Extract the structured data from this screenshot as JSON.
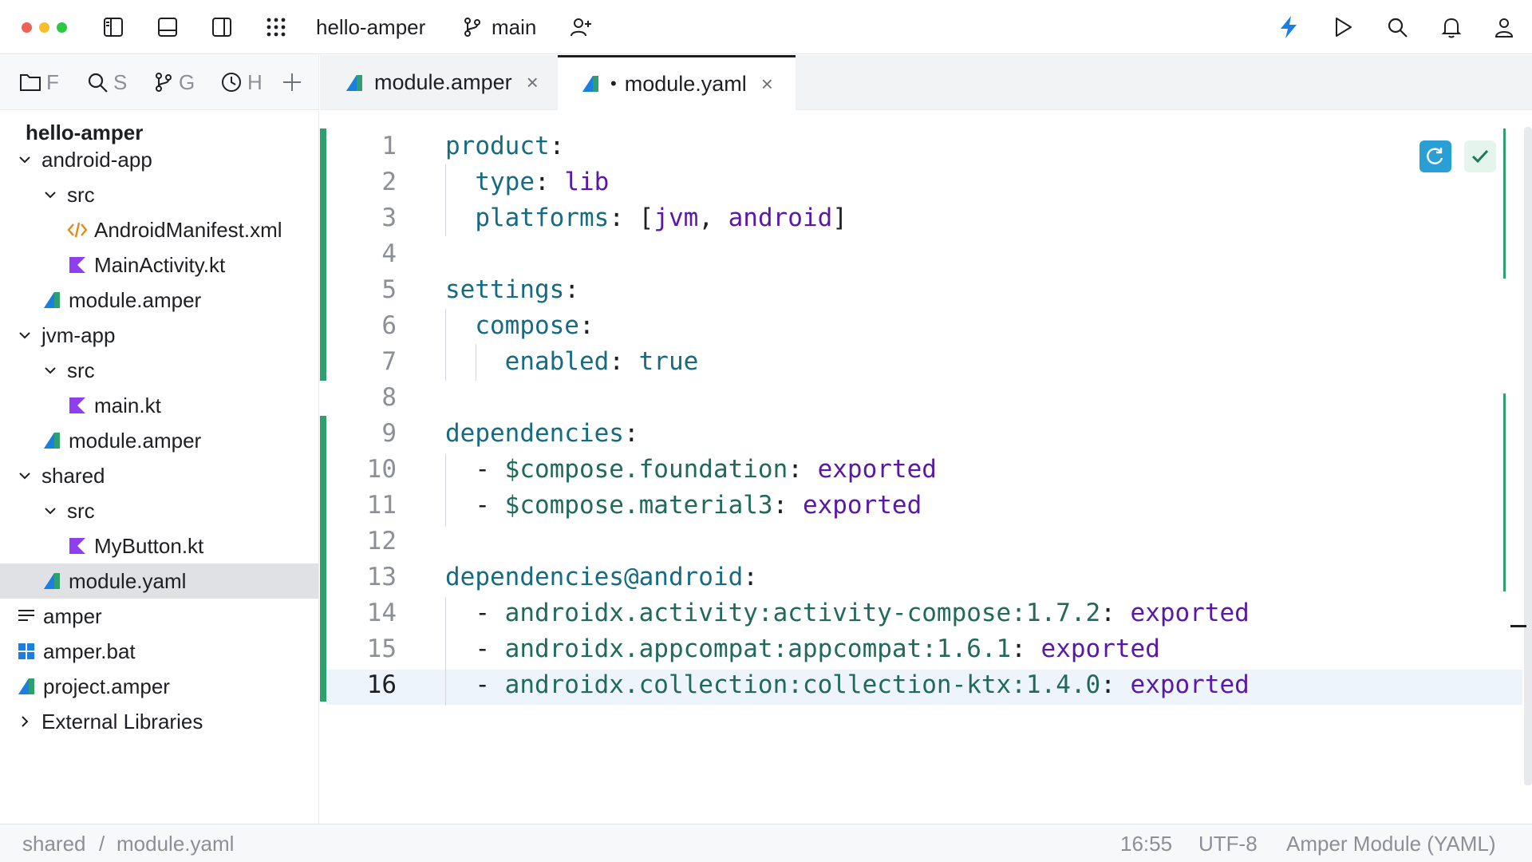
{
  "titlebar": {
    "project_name": "hello-amper",
    "branch_name": "main"
  },
  "left_tabs": {
    "files": "F",
    "search": "S",
    "git": "G",
    "history": "H"
  },
  "editor_tabs": [
    {
      "label": "module.amper",
      "close": "×",
      "active": false,
      "modified": false
    },
    {
      "label": "module.yaml",
      "close": "×",
      "active": true,
      "modified": true,
      "modified_marker": "•"
    }
  ],
  "tree": {
    "root": "hello-amper",
    "items": [
      {
        "label": "android-app",
        "kind": "folder",
        "expanded": true
      },
      {
        "label": "src",
        "kind": "folder",
        "expanded": true
      },
      {
        "label": "AndroidManifest.xml",
        "kind": "xml"
      },
      {
        "label": "MainActivity.kt",
        "kind": "kotlin"
      },
      {
        "label": "module.amper",
        "kind": "amper"
      },
      {
        "label": "jvm-app",
        "kind": "folder",
        "expanded": true
      },
      {
        "label": "src",
        "kind": "folder",
        "expanded": true
      },
      {
        "label": "main.kt",
        "kind": "kotlin"
      },
      {
        "label": "module.amper",
        "kind": "amper"
      },
      {
        "label": "shared",
        "kind": "folder",
        "expanded": true
      },
      {
        "label": "src",
        "kind": "folder",
        "expanded": true
      },
      {
        "label": "MyButton.kt",
        "kind": "kotlin"
      },
      {
        "label": "module.yaml",
        "kind": "amper",
        "selected": true
      },
      {
        "label": "amper",
        "kind": "text"
      },
      {
        "label": "amper.bat",
        "kind": "windows"
      },
      {
        "label": "project.amper",
        "kind": "amper"
      },
      {
        "label": "External Libraries",
        "kind": "libraries",
        "expanded": false
      }
    ]
  },
  "editor": {
    "current_line": 16,
    "lines": [
      {
        "num": "1",
        "tokens": [
          {
            "t": "product",
            "c": "k"
          },
          {
            "t": ":",
            "c": "p"
          }
        ]
      },
      {
        "num": "2",
        "tokens": [
          {
            "t": "  type",
            "c": "k"
          },
          {
            "t": ": ",
            "c": "p"
          },
          {
            "t": "lib",
            "c": "v"
          }
        ]
      },
      {
        "num": "3",
        "tokens": [
          {
            "t": "  platforms",
            "c": "k"
          },
          {
            "t": ": [",
            "c": "p"
          },
          {
            "t": "jvm",
            "c": "v"
          },
          {
            "t": ", ",
            "c": "p"
          },
          {
            "t": "android",
            "c": "v"
          },
          {
            "t": "]",
            "c": "p"
          }
        ]
      },
      {
        "num": "4",
        "tokens": []
      },
      {
        "num": "5",
        "tokens": [
          {
            "t": "settings",
            "c": "k"
          },
          {
            "t": ":",
            "c": "p"
          }
        ]
      },
      {
        "num": "6",
        "tokens": [
          {
            "t": "  compose",
            "c": "k"
          },
          {
            "t": ":",
            "c": "p"
          }
        ]
      },
      {
        "num": "7",
        "tokens": [
          {
            "t": "    enabled",
            "c": "k"
          },
          {
            "t": ": ",
            "c": "p"
          },
          {
            "t": "true",
            "c": "k"
          }
        ]
      },
      {
        "num": "8",
        "tokens": []
      },
      {
        "num": "9",
        "tokens": [
          {
            "t": "dependencies",
            "c": "k"
          },
          {
            "t": ":",
            "c": "p"
          }
        ]
      },
      {
        "num": "10",
        "tokens": [
          {
            "t": "  - ",
            "c": "p"
          },
          {
            "t": "$compose.foundation",
            "c": "x"
          },
          {
            "t": ": ",
            "c": "p"
          },
          {
            "t": "exported",
            "c": "v"
          }
        ]
      },
      {
        "num": "11",
        "tokens": [
          {
            "t": "  - ",
            "c": "p"
          },
          {
            "t": "$compose.material3",
            "c": "x"
          },
          {
            "t": ": ",
            "c": "p"
          },
          {
            "t": "exported",
            "c": "v"
          }
        ]
      },
      {
        "num": "12",
        "tokens": []
      },
      {
        "num": "13",
        "tokens": [
          {
            "t": "dependencies@android",
            "c": "k"
          },
          {
            "t": ":",
            "c": "p"
          }
        ]
      },
      {
        "num": "14",
        "tokens": [
          {
            "t": "  - ",
            "c": "p"
          },
          {
            "t": "androidx.activity:activity-compose:1.7.2",
            "c": "x"
          },
          {
            "t": ": ",
            "c": "p"
          },
          {
            "t": "exported",
            "c": "v"
          }
        ]
      },
      {
        "num": "15",
        "tokens": [
          {
            "t": "  - ",
            "c": "p"
          },
          {
            "t": "androidx.appcompat:appcompat:1.6.1",
            "c": "x"
          },
          {
            "t": ": ",
            "c": "p"
          },
          {
            "t": "exported",
            "c": "v"
          }
        ]
      },
      {
        "num": "16",
        "tokens": [
          {
            "t": "  - ",
            "c": "p"
          },
          {
            "t": "androidx.collection:collection-ktx:1.4.0",
            "c": "x"
          },
          {
            "t": ": ",
            "c": "p"
          },
          {
            "t": "exported",
            "c": "v"
          }
        ]
      }
    ]
  },
  "statusbar": {
    "breadcrumb_folder": "shared",
    "breadcrumb_sep": "/",
    "breadcrumb_file": "module.yaml",
    "cursor_position": "16:55",
    "encoding": "UTF-8",
    "file_type": "Amper Module (YAML)"
  },
  "colors": {
    "change_marker": "#2e9f6e",
    "keyword": "#166a82",
    "value": "#5a18a8",
    "dependency": "#20695c",
    "accent": "#1a7fe0"
  }
}
